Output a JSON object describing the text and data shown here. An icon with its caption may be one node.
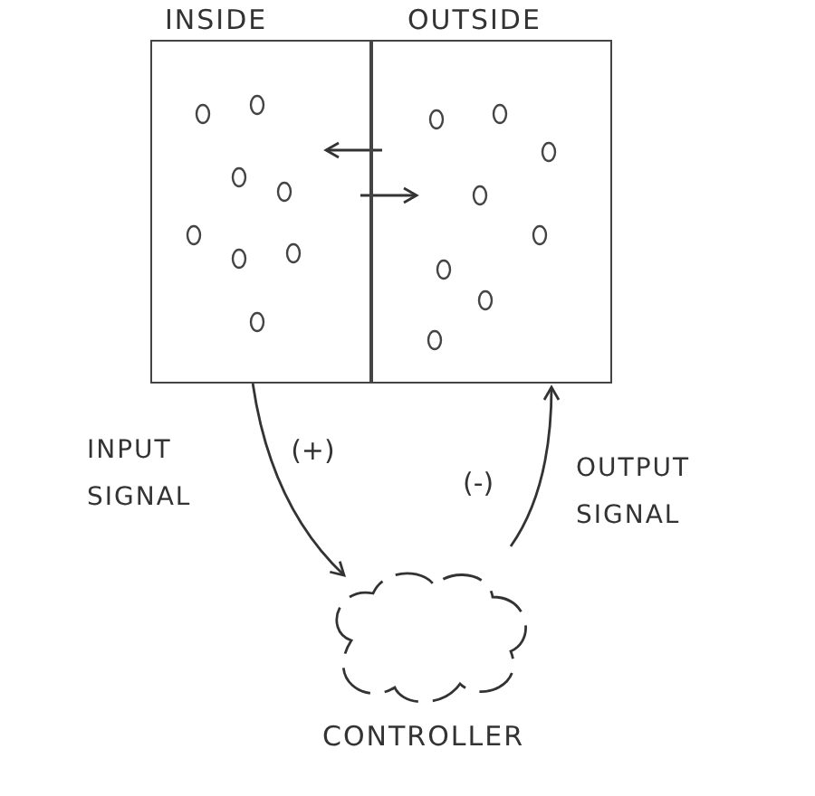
{
  "diagram": {
    "nodes": [
      {
        "text": [
          "INSIDE"
        ]
      },
      {
        "text": [
          "OUTSIDE"
        ]
      },
      {
        "text": [
          "CONTROLLER"
        ]
      }
    ],
    "edges": [
      {
        "from": 1,
        "to": 0,
        "arrow": "to"
      },
      {
        "from": 0,
        "to": 1,
        "arrow": "to"
      },
      {
        "from": 0,
        "to": 2,
        "arrow": "to",
        "label": "(+)"
      },
      {
        "from": 2,
        "to": 1,
        "arrow": "to",
        "label": "(-)"
      }
    ],
    "labels": [
      "INPUT SIGNAL",
      "OUTPUT SIGNAL"
    ]
  }
}
